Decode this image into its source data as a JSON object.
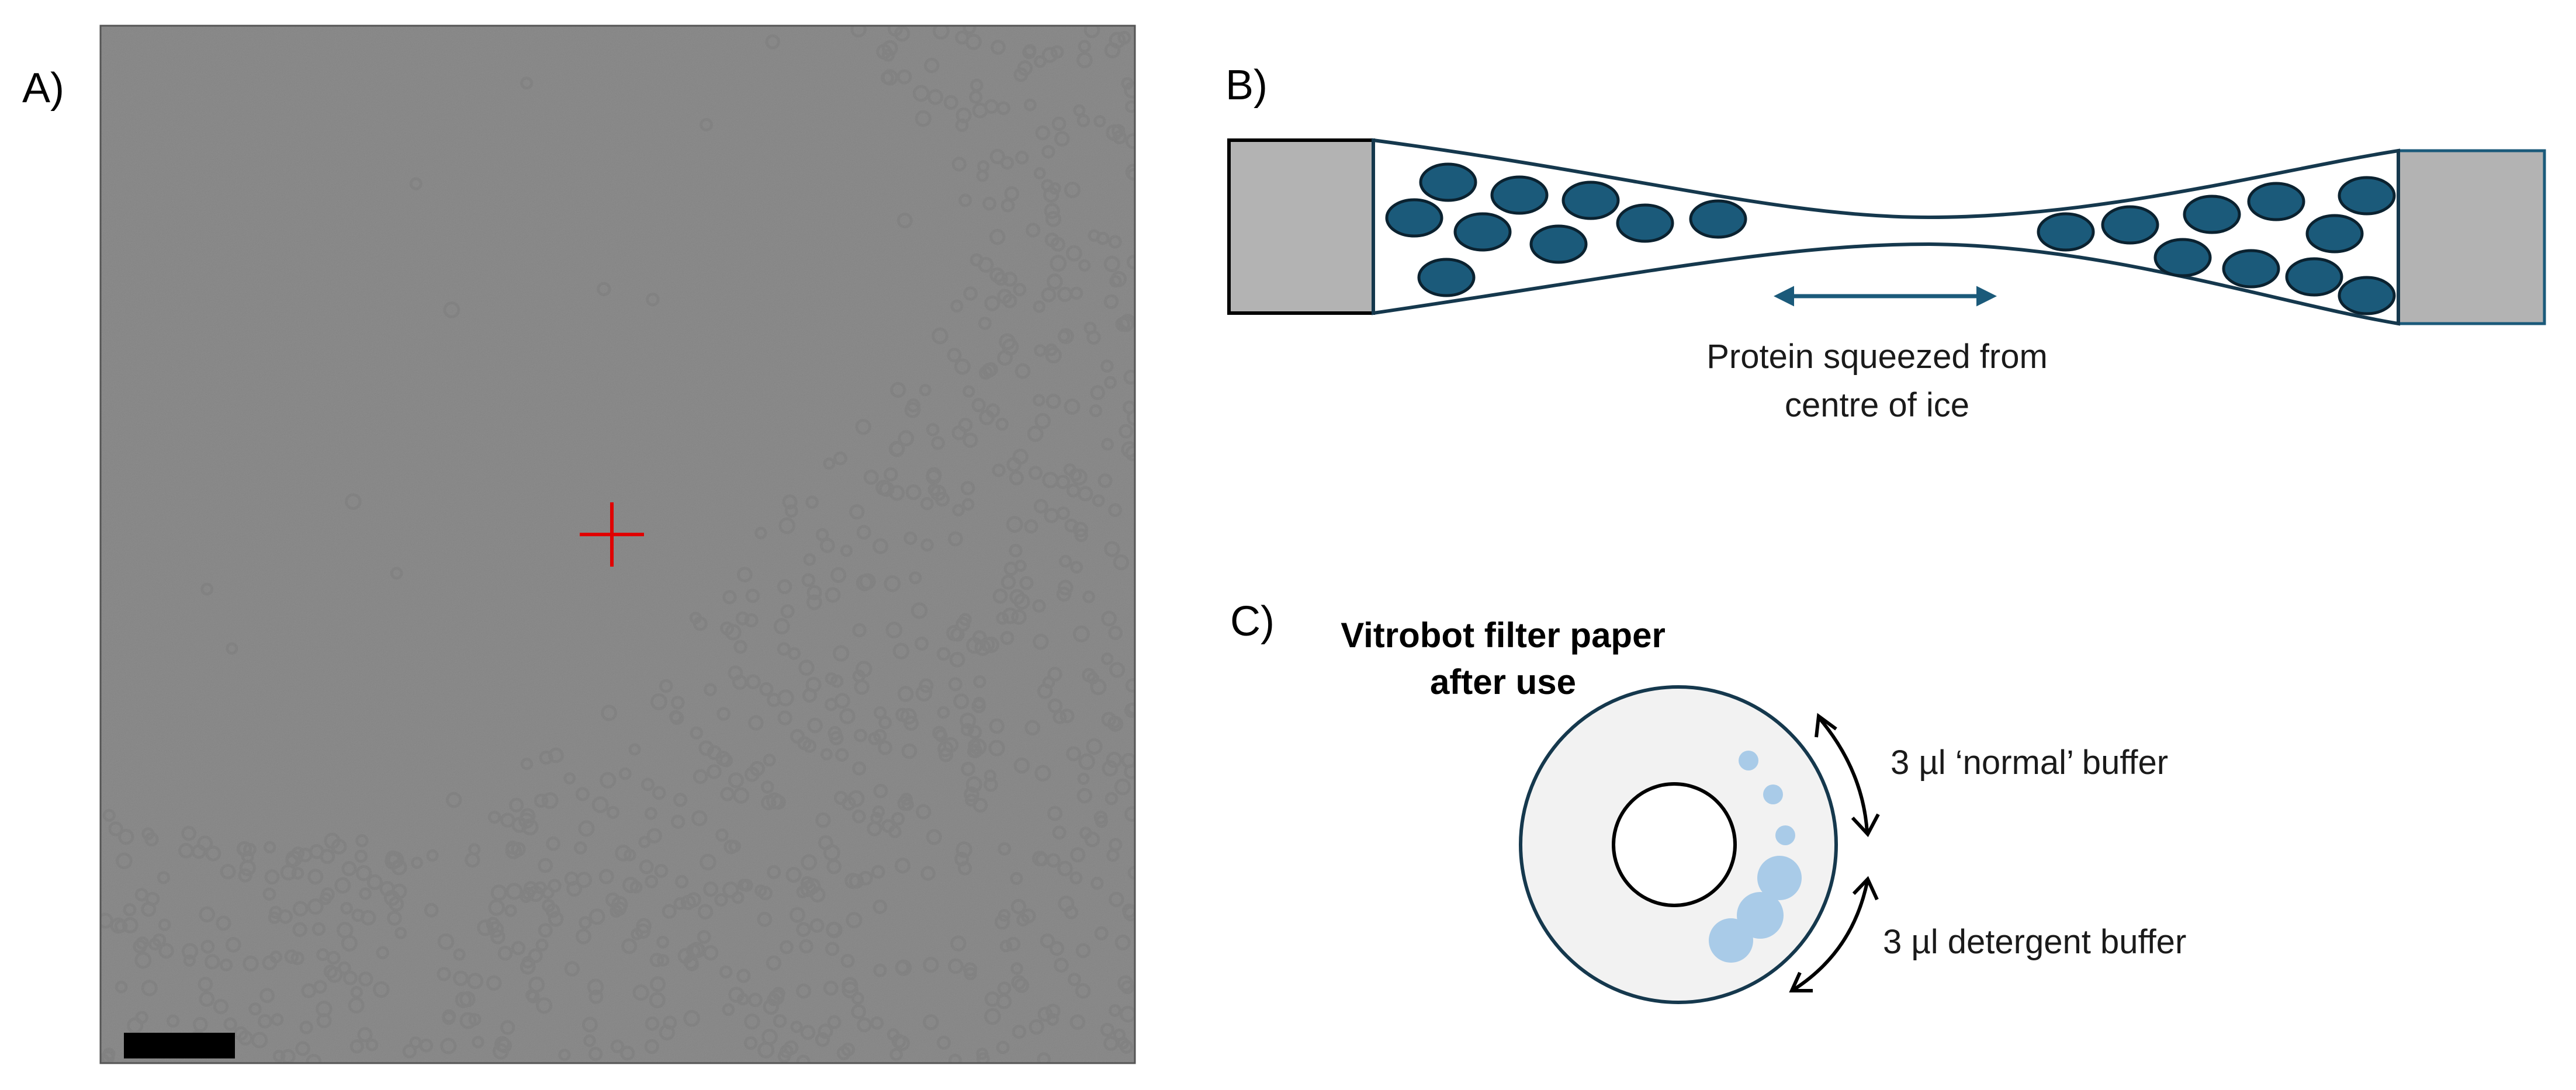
{
  "panels": {
    "a": {
      "label": "A)"
    },
    "b": {
      "label": "B)",
      "caption_line1": "Protein squeezed from",
      "caption_line2": "centre of ice"
    },
    "c": {
      "label": "C)",
      "title_line1": "Vitrobot filter paper",
      "title_line2": "after use",
      "normal_buffer": "3 µl ‘normal’ buffer",
      "detergent_buffer": "3 µl detergent buffer"
    }
  },
  "colors": {
    "protein": "#1b5a7a",
    "support": "#b3b3b3",
    "paper": "#f2f2f2",
    "droplet": "#a9cbe8",
    "marker": "#e00000",
    "micrograph": "#8c8c8c"
  },
  "icons": {
    "crosshair": "crosshair-icon",
    "arrow": "double-arrow-icon"
  }
}
